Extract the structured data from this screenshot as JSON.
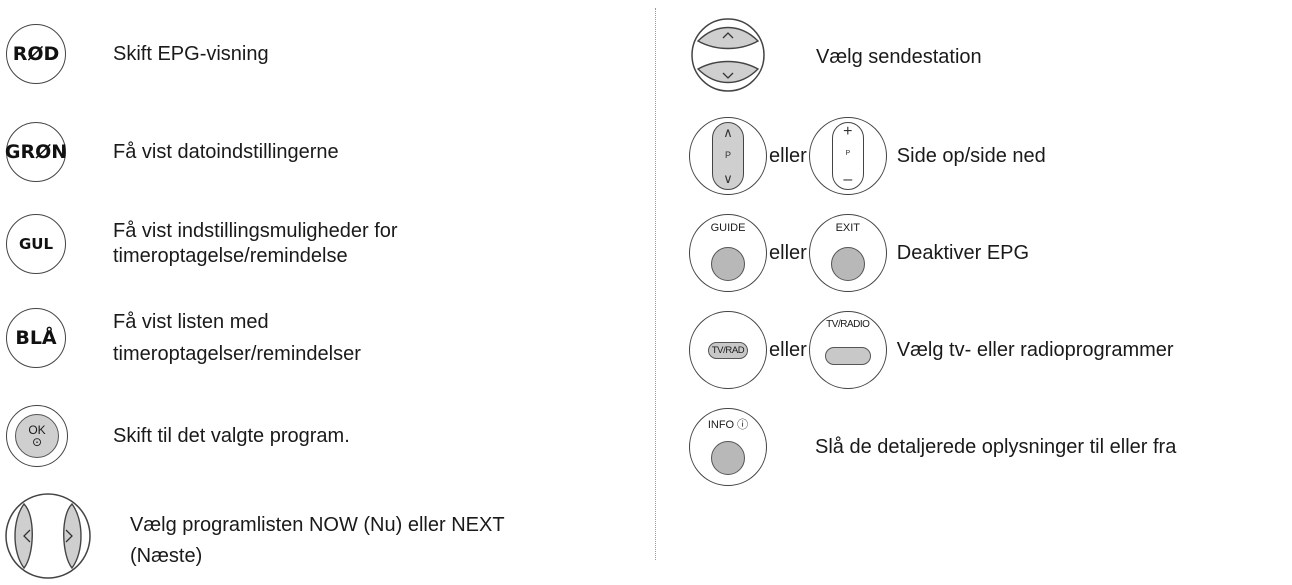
{
  "left": [
    {
      "button": "RØD",
      "desc": "Skift EPG-visning"
    },
    {
      "button": "GRØN",
      "desc": "Få vist datoindstillingerne"
    },
    {
      "button": "GUL",
      "desc_line1": "Få vist indstillingsmuligheder for",
      "desc_line2": "timeroptagelse/remindelse"
    },
    {
      "button": "BLÅ",
      "desc_line1": "Få vist listen med",
      "desc_line2": "timeroptagelser/remindelser"
    },
    {
      "button": "OK",
      "desc": "Skift til det valgte program."
    },
    {
      "desc_line1": "Vælg programlisten NOW (Nu) eller NEXT",
      "desc_line2": "(Næste)"
    }
  ],
  "right": [
    {
      "desc": "Vælg sendestation"
    },
    {
      "connector": "eller",
      "pill_label": "P",
      "desc": "Side op/side ned"
    },
    {
      "btn1": "GUIDE",
      "connector": "eller",
      "btn2": "EXIT",
      "desc": "Deaktiver EPG"
    },
    {
      "btn1": "TV/RAD",
      "connector": "eller",
      "btn2": "TV/RADIO",
      "desc": "Vælg tv- eller radioprogrammer"
    },
    {
      "btn": "INFO",
      "desc": "Slå de detaljerede oplysninger til eller fra"
    }
  ],
  "icons": {
    "up_arrow": "chevron-up-icon",
    "down_arrow": "chevron-down-icon",
    "info": "info-icon"
  }
}
